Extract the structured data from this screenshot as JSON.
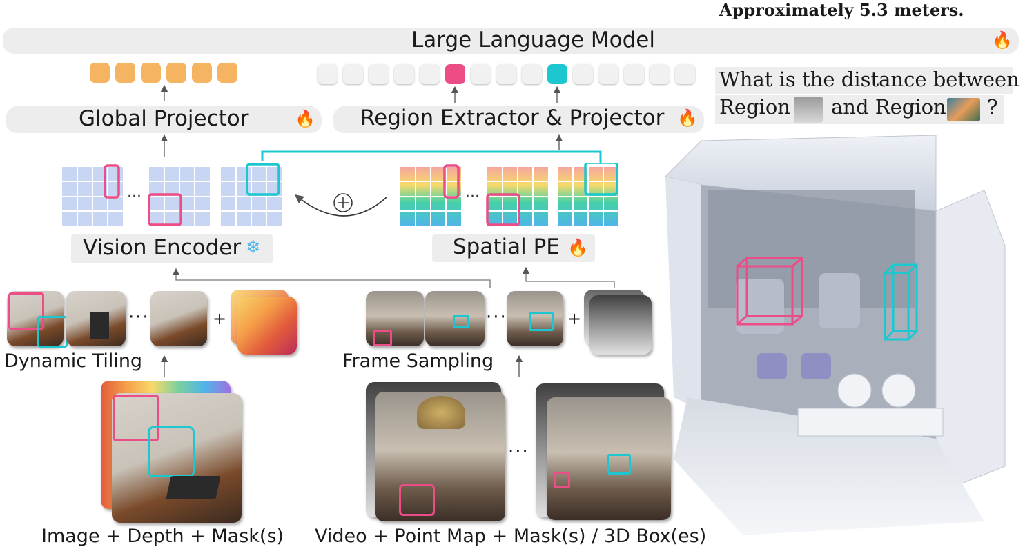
{
  "answer": "Approximately 5.3 meters.",
  "llm": {
    "label": "Large Language Model",
    "icon": "flame-icon"
  },
  "global_projector": {
    "label": "Global Projector",
    "icon": "flame-icon"
  },
  "region_projector": {
    "label": "Region Extractor & Projector",
    "icon": "flame-icon"
  },
  "vision_encoder": {
    "label": "Vision Encoder",
    "icon": "snowflake-icon"
  },
  "spatial_pe": {
    "label": "Spatial PE",
    "icon": "flame-icon"
  },
  "question": {
    "line1": "What is the distance between",
    "region_word": "Region",
    "and_word": "and Region",
    "end": "?"
  },
  "dynamic_tiling": "Dynamic Tiling",
  "frame_sampling": "Frame Sampling",
  "input_image": "Image + Depth + Mask(s)",
  "input_video": "Video + Point Map + Mask(s) / 3D Box(es)",
  "plus_symbol": "+",
  "ellipsis": "···",
  "colors": {
    "orange_token": "#f5b461",
    "pink_token": "#ec4d86",
    "cyan_token": "#1cc7cf",
    "mask_pink": "#ec4d86",
    "mask_cyan": "#1cc7cf",
    "bar": "#ededed"
  }
}
